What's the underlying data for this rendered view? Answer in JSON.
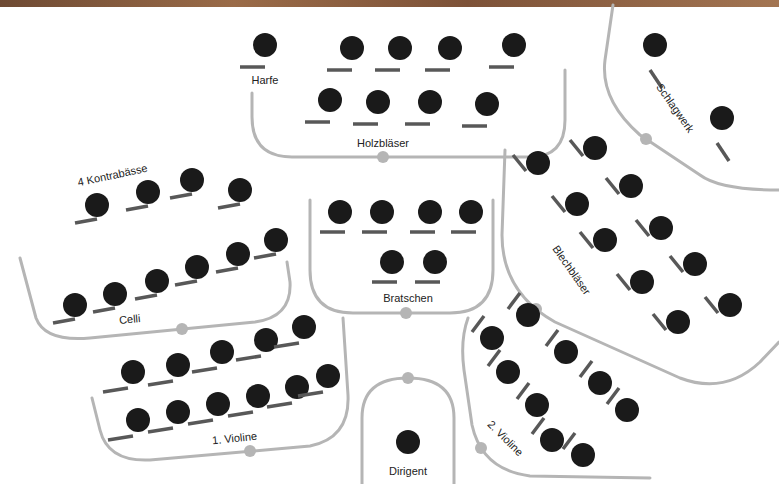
{
  "diagram": {
    "nodes": [
      {
        "text": [
          "Holzbläser"
        ]
      },
      {
        "text": [
          "Schlagwerk"
        ]
      },
      {
        "text": [
          "4 Kontrabässe",
          "Celli"
        ]
      },
      {
        "text": [
          "Bratschen"
        ]
      },
      {
        "text": [
          "Blechbläser"
        ]
      },
      {
        "text": [
          "1. Violine"
        ]
      },
      {
        "text": [
          "2. Violine"
        ]
      },
      {
        "text": [
          "Dirigent"
        ]
      }
    ],
    "labels": [
      "Harfe"
    ]
  }
}
